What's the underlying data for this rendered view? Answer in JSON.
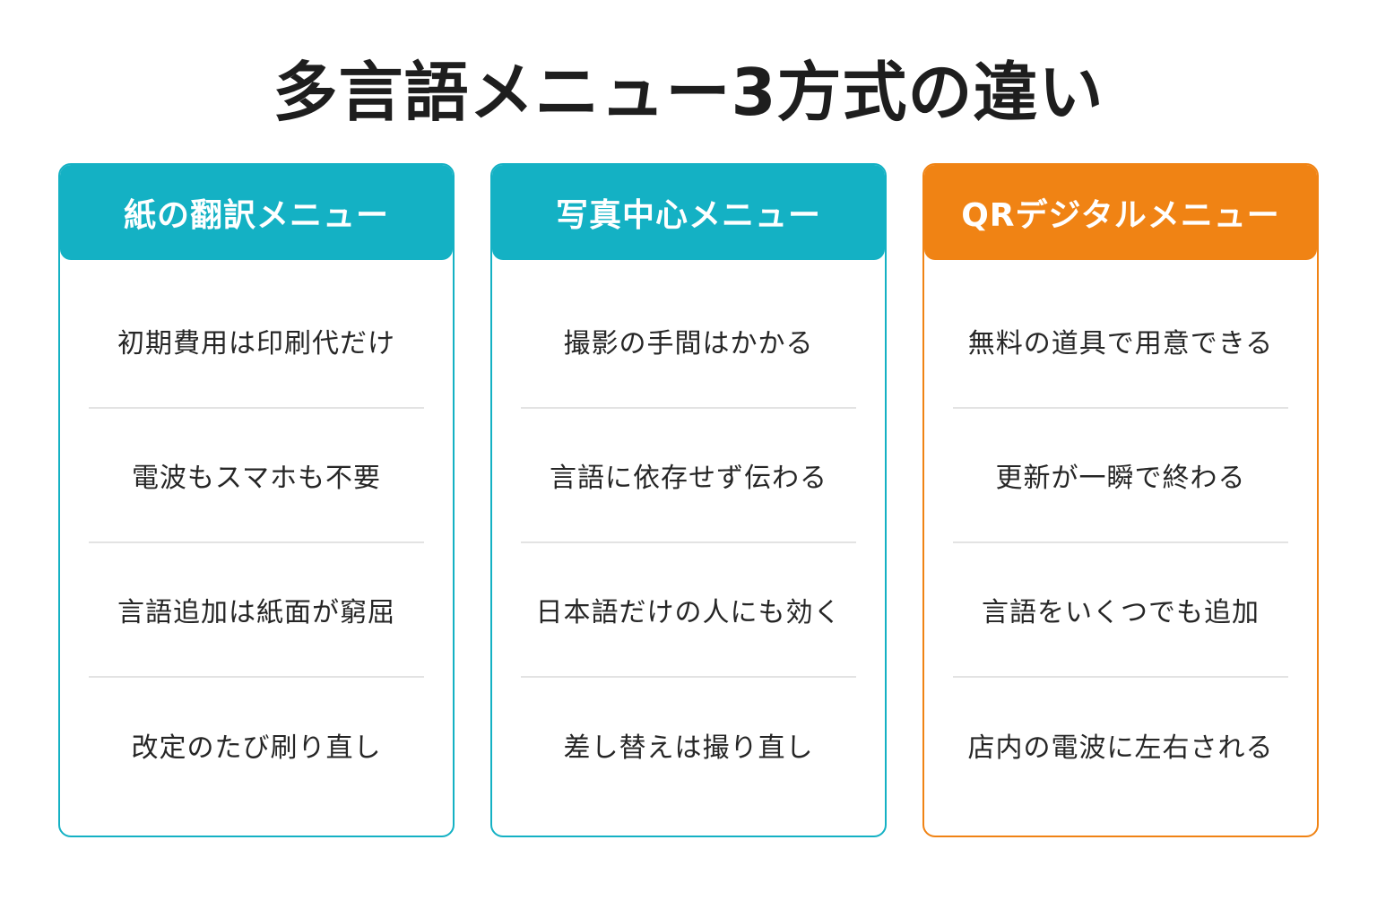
{
  "title": "多言語メニュー3方式の違い",
  "columns": [
    {
      "header": "紙の翻訳メニュー",
      "color": "#14b1c4",
      "items": [
        "初期費用は印刷代だけ",
        "電波もスマホも不要",
        "言語追加は紙面が窮屈",
        "改定のたび刷り直し"
      ]
    },
    {
      "header": "写真中心メニュー",
      "color": "#14b1c4",
      "items": [
        "撮影の手間はかかる",
        "言語に依存せず伝わる",
        "日本語だけの人にも効く",
        "差し替えは撮り直し"
      ]
    },
    {
      "header": "QRデジタルメニュー",
      "color": "#f08314",
      "items": [
        "無料の道具で用意できる",
        "更新が一瞬で終わる",
        "言語をいくつでも追加",
        "店内の電波に左右される"
      ]
    }
  ]
}
